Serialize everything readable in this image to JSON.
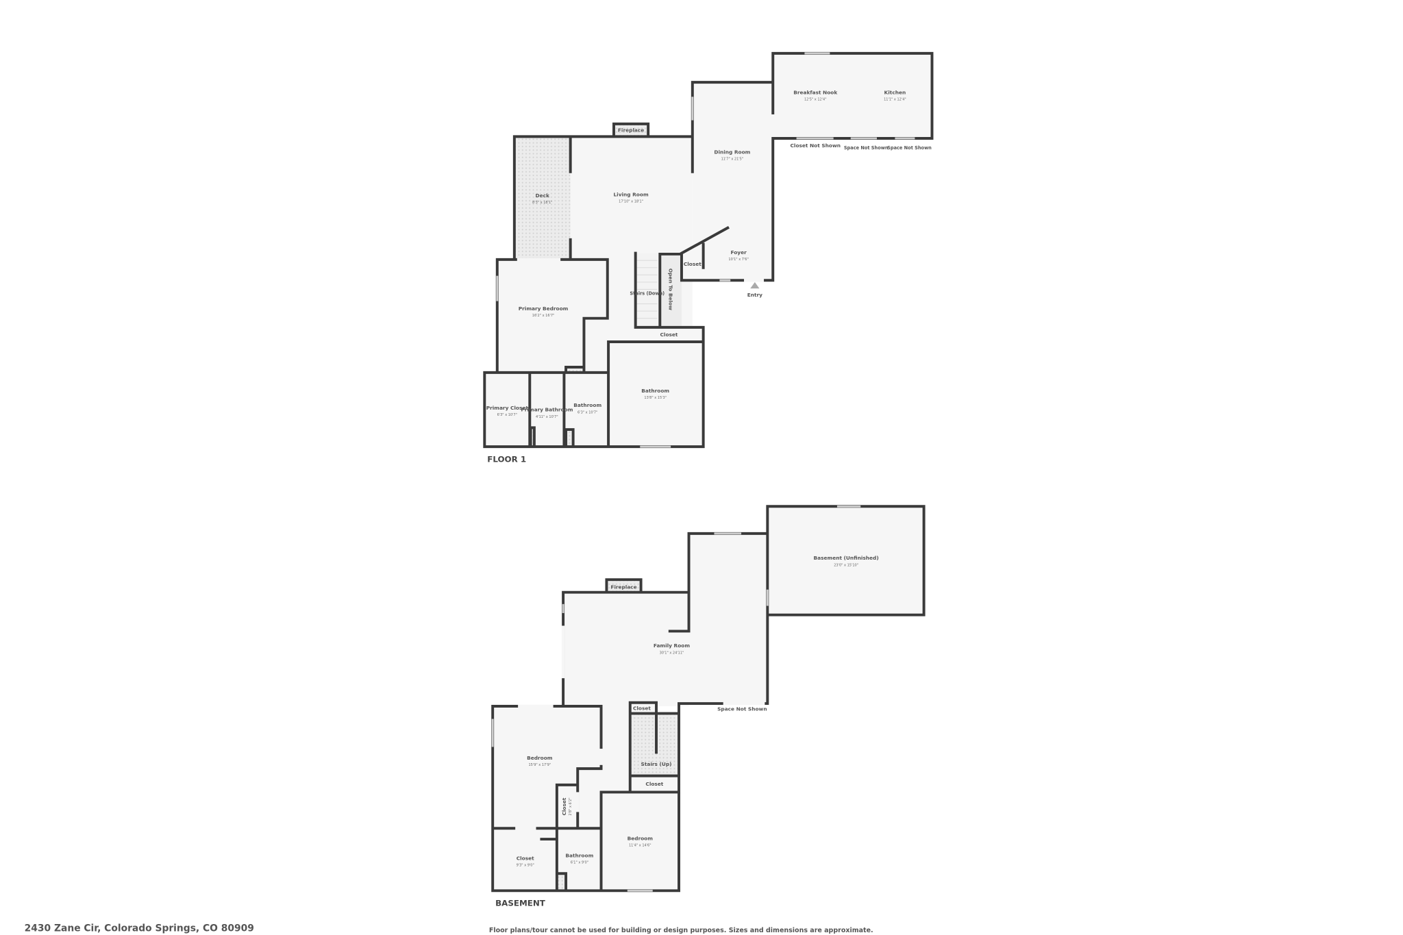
{
  "floor1": {
    "label": "FLOOR 1",
    "rooms": [
      {
        "name": "Breakfast Nook",
        "dims": "12'5\" x 12'4\""
      },
      {
        "name": "Kitchen",
        "dims": "11'1\" x 12'4\""
      },
      {
        "name": "Dining Room",
        "dims": "11'7\" x 21'5\""
      },
      {
        "name": "Living Room",
        "dims": "17'10\" x 18'1\""
      },
      {
        "name": "Deck",
        "dims": "8'3\" x 18'1\""
      },
      {
        "name": "Foyer",
        "dims": "10'1\" x 7'6\""
      },
      {
        "name": "Primary Bedroom",
        "dims": "16'2\" x 16'7\""
      },
      {
        "name": "Primary Closet",
        "dims": "6'3\" x 10'7\""
      },
      {
        "name": "Primary Bathroom",
        "dims": "4'11\" x 10'7\""
      },
      {
        "name": "Bathroom",
        "dims": "6'3\" x 10'7\""
      },
      {
        "name": "Bathroom",
        "dims": "13'8\" x 15'3\""
      }
    ],
    "labels": {
      "fireplace": "Fireplace",
      "closet_not_shown": "Closet Not Shown",
      "space_not_shown_1": "Space Not Shown",
      "space_not_shown_2": "Space Not Shown",
      "closet_foyer": "Closet",
      "closet_bath": "Closet",
      "stairs": "Stairs (Down)",
      "open_to_below": "Open To Below",
      "entry": "Entry"
    }
  },
  "basement": {
    "label": "BASEMENT",
    "rooms": [
      {
        "name": "Basement (Unfinished)",
        "dims": "23'0\" x 15'10\""
      },
      {
        "name": "Family Room",
        "dims": "30'1\" x 24'11\""
      },
      {
        "name": "Bedroom",
        "dims": "15'9\" x 17'9\""
      },
      {
        "name": "Closet",
        "dims": "2'8\" x 6'2\""
      },
      {
        "name": "Closet",
        "dims": "9'3\" x 9'0\""
      },
      {
        "name": "Bathroom",
        "dims": "6'1\" x 9'0\""
      },
      {
        "name": "Bedroom",
        "dims": "11'4\" x 14'6\""
      }
    ],
    "labels": {
      "fireplace": "Fireplace",
      "closet_top": "Closet",
      "closet_stairs": "Closet",
      "stairs": "Stairs (Up)",
      "space_not_shown": "Space Not Shown"
    }
  },
  "footer": {
    "address": "2430 Zane Cir, Colorado Springs, CO 80909",
    "disclaimer": "Floor plans/tour cannot be used for building or design purposes. Sizes and dimensions are approximate."
  }
}
